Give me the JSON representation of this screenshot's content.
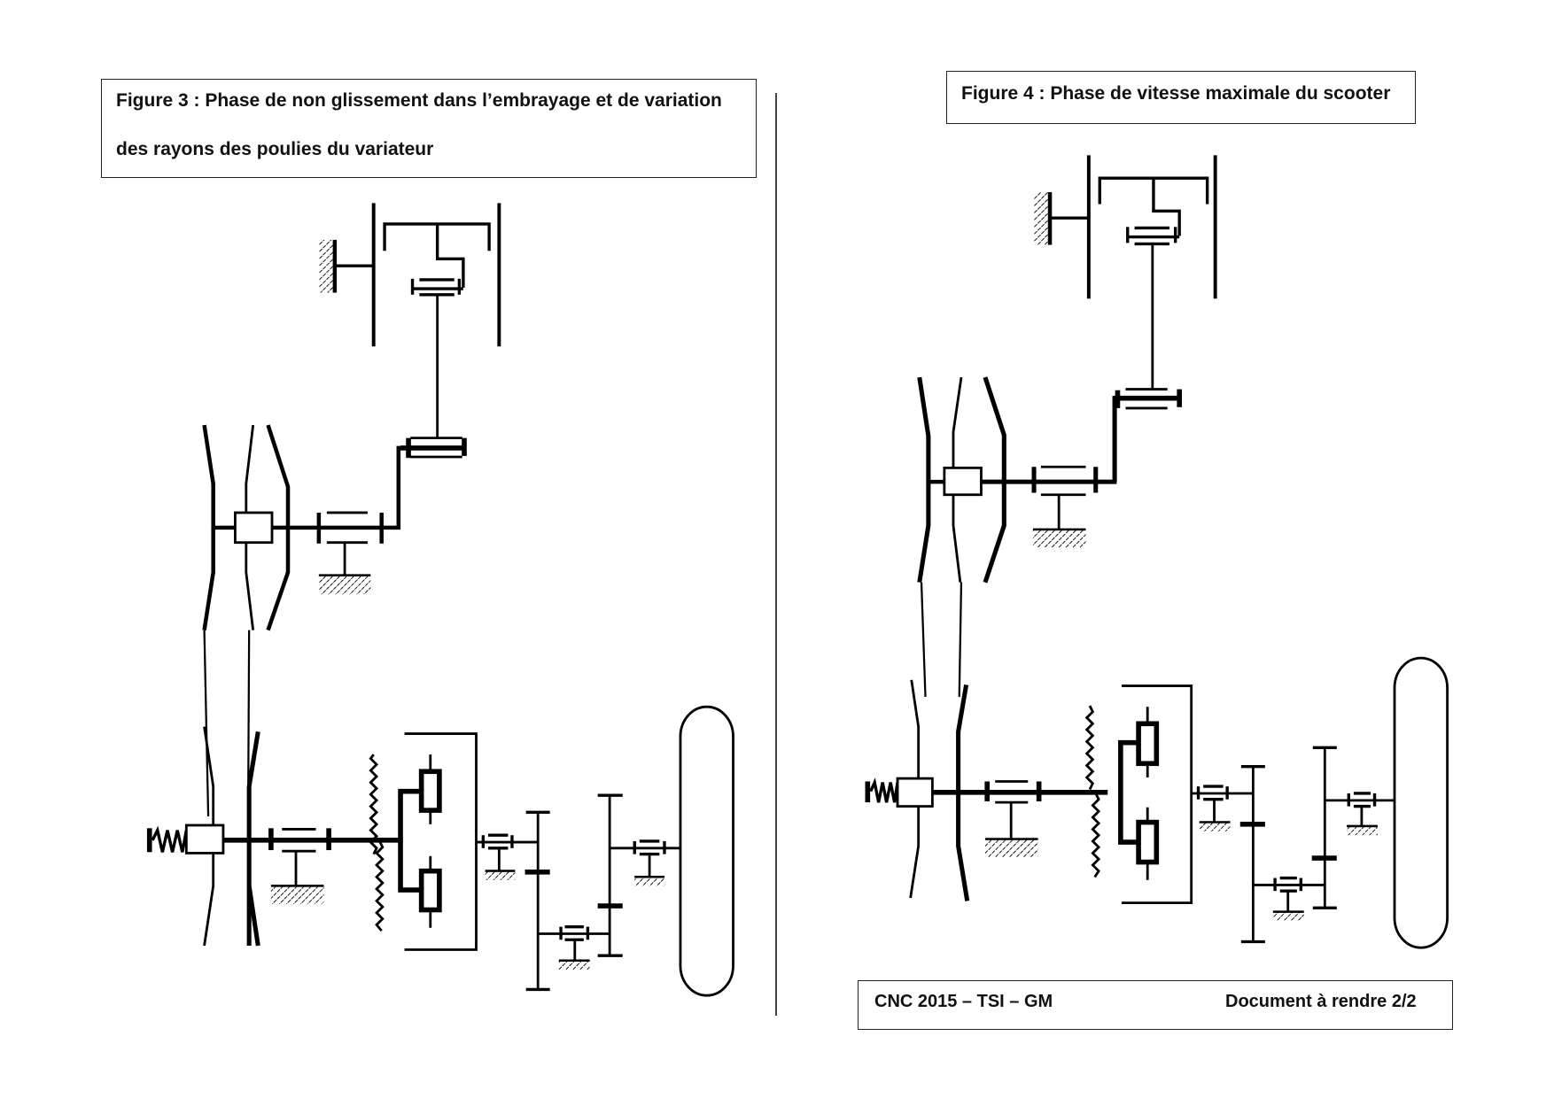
{
  "document": {
    "footer": {
      "left": "CNC 2015 – TSI – GM",
      "right": "Document à rendre 2/2"
    }
  },
  "figures": [
    {
      "id": "figure-3",
      "title_line1": "Figure 3 : Phase de non glissement dans l’embrayage et de variation",
      "title_line2": "des rayons des poulies du variateur",
      "state": "non-slip clutch, pulley radius variation"
    },
    {
      "id": "figure-4",
      "title_line1": "Figure 4 : Phase de vitesse maximale du scooter",
      "state": "maximum speed"
    }
  ],
  "components": {
    "ground_hatch": "hatched-ground-icon",
    "bearing": "bearing-icon",
    "spring": "spring-icon",
    "belt_variator": "variator-pulley-icon",
    "centrifugal_clutch": "clutch-icon",
    "gear": "gear-icon",
    "wheel": "wheel-icon",
    "damper": "damper-icon"
  },
  "colors": {
    "ink": "#000000",
    "paper": "#ffffff",
    "border": "#222222"
  }
}
